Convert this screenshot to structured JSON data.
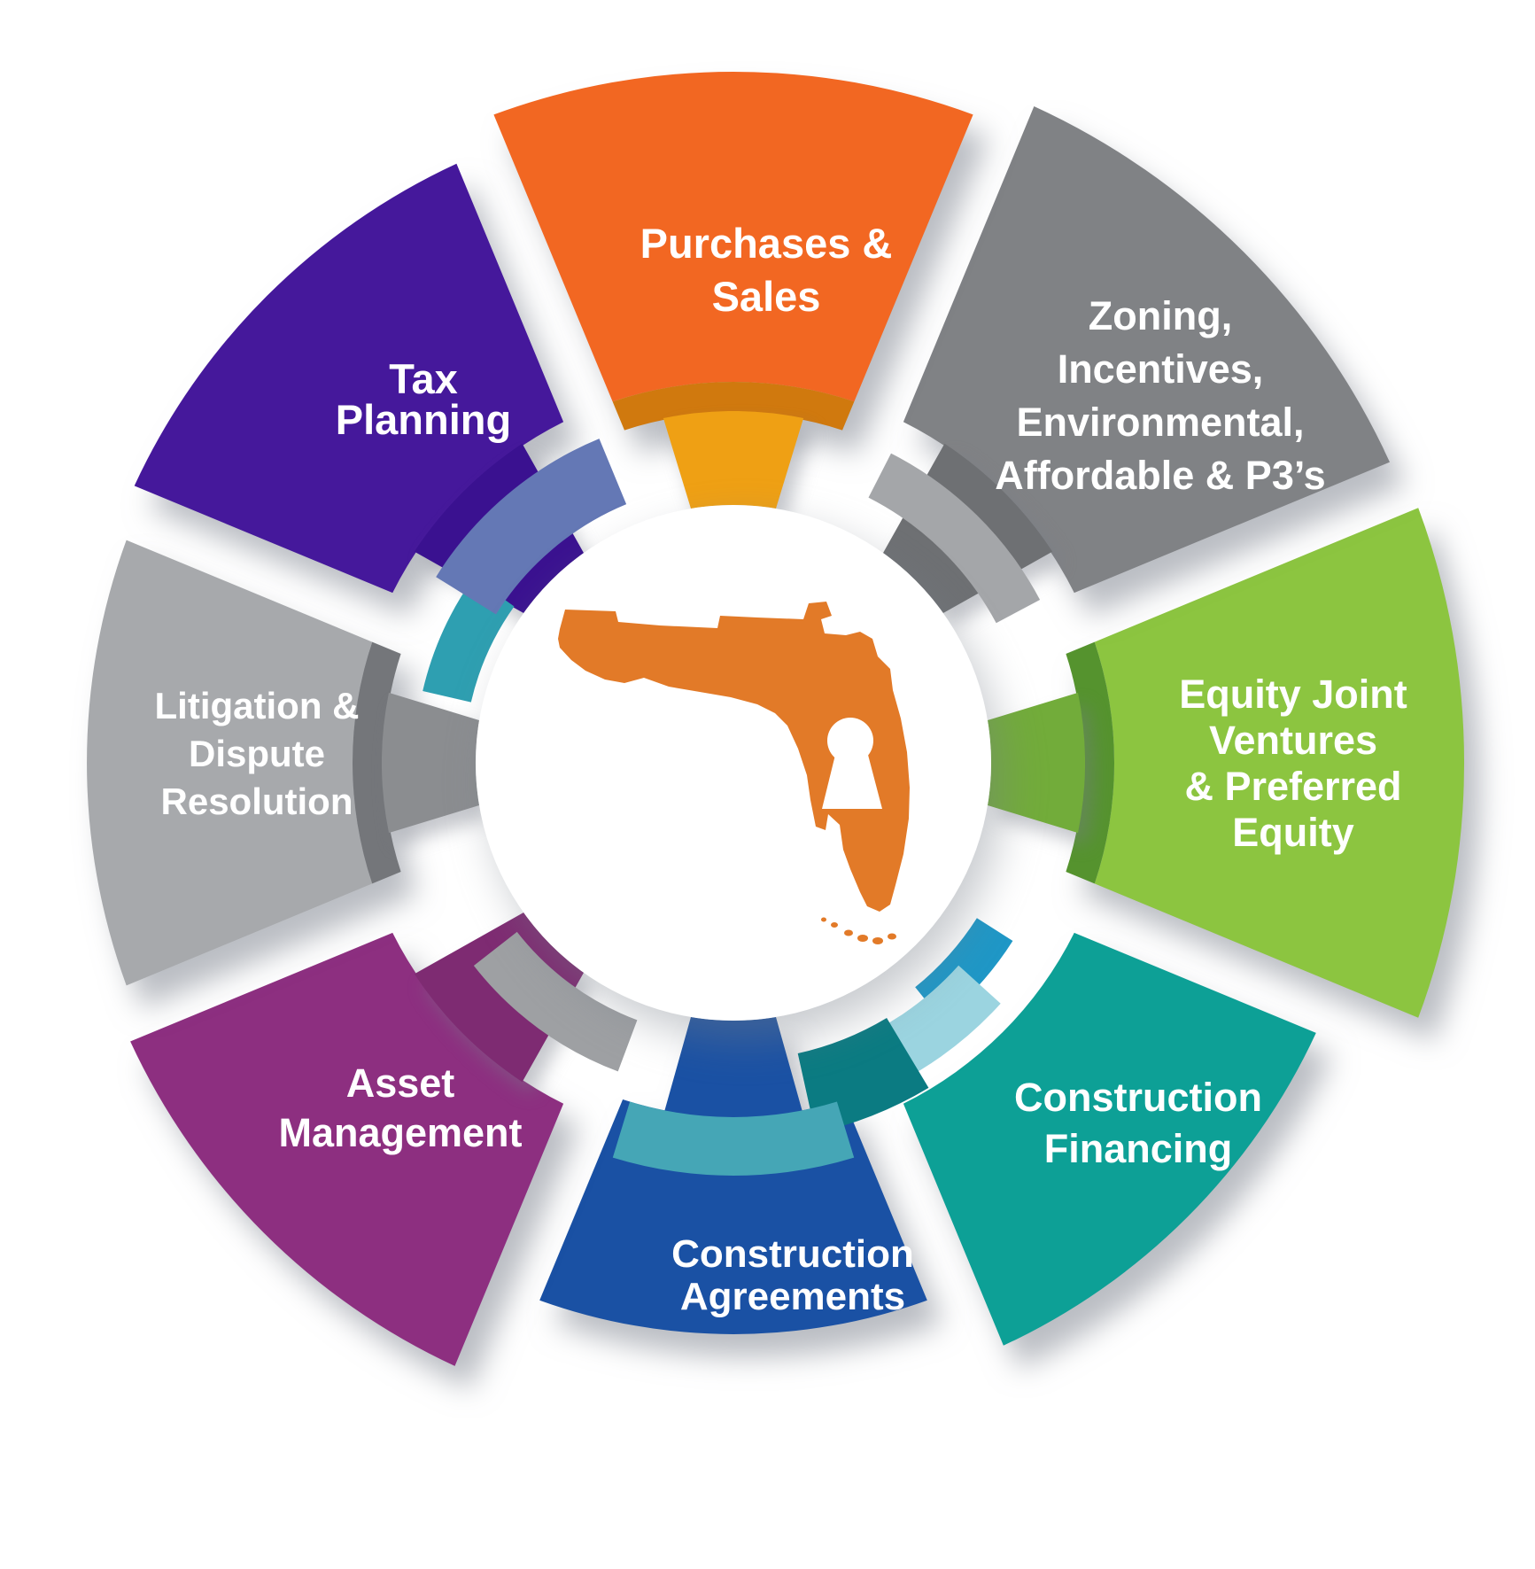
{
  "diagram": {
    "name": "florida-real-estate-services-wheel",
    "background_color": "#FFFFFF",
    "center": {
      "icon": "florida-map-keyhole-icon",
      "circle_color": "#FFFFFF",
      "map_color": "#E27A28"
    },
    "segments": [
      {
        "id": "purchases-sales",
        "lines": [
          "Purchases &",
          "Sales"
        ],
        "color": "#F26722",
        "neck_color": "#EFA014",
        "fold_color": "#D0790E"
      },
      {
        "id": "zoning-incentives",
        "lines": [
          "Zoning,",
          "Incentives,",
          "Environmental,",
          "Affordable & P3’s"
        ],
        "color": "#808285",
        "neck_color": "#6E7073",
        "fold_color": null
      },
      {
        "id": "equity-joint-ventures",
        "lines": [
          "Equity Joint",
          "Ventures",
          "& Preferred",
          "Equity"
        ],
        "color": "#8CC540",
        "neck_color": "#72AC3A",
        "fold_color": "#55932E"
      },
      {
        "id": "construction-financing",
        "lines": [
          "Construction",
          "Financing"
        ],
        "color": "#0DA096",
        "neck_color": null,
        "fold_color": null
      },
      {
        "id": "construction-agreements",
        "lines": [
          "Construction",
          "Agreements"
        ],
        "color": "#1A51A4",
        "neck_color": "#1A51A4",
        "fold_color": null
      },
      {
        "id": "asset-management",
        "lines": [
          "Asset",
          "Management"
        ],
        "color": "#8D2F80",
        "neck_color": "#7E2B72",
        "fold_color": null
      },
      {
        "id": "litigation-dispute",
        "lines": [
          "Litigation &",
          "Dispute",
          "Resolution"
        ],
        "color": "#A7A9AC",
        "neck_color": "#8B8D90",
        "fold_color": "#74767A"
      },
      {
        "id": "tax-planning",
        "lines": [
          "Tax",
          "Planning"
        ],
        "color": "#45189B",
        "neck_color": "#3A1190",
        "fold_color": null
      }
    ],
    "ring_arcs": [
      {
        "id": "zoning-light-gray-arc",
        "color": "#A4A6A9"
      },
      {
        "id": "cf-blue-arc",
        "color": "#1F97C6"
      },
      {
        "id": "cf-light-blue-arc",
        "color": "#9BD4E0"
      },
      {
        "id": "cf-dark-teal-arc",
        "color": "#0B7B82"
      },
      {
        "id": "ca-teal-band-arc",
        "color": "#45A6B6"
      },
      {
        "id": "am-gray-arc",
        "color": "#9EA0A3"
      },
      {
        "id": "tax-teal-arc",
        "color": "#2E9FB1"
      },
      {
        "id": "tax-periwinkle-arc",
        "color": "#6478B5"
      }
    ]
  }
}
